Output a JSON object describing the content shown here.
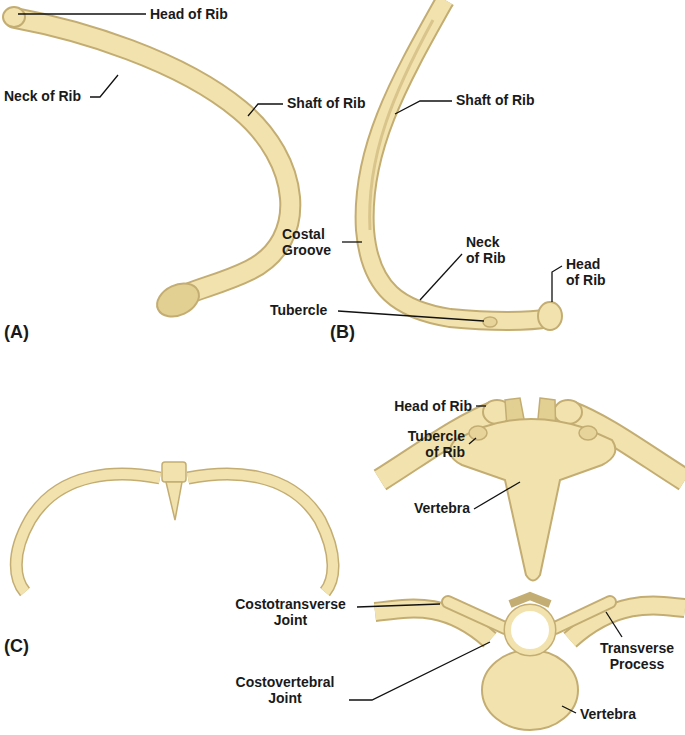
{
  "diagram": {
    "labels": [
      "Head of Rib",
      "Neck of Rib",
      "Shaft of Rib",
      "(A)",
      "Shaft of Rib",
      "Costal Groove",
      "Neck of Rib",
      "Head of Rib",
      "Tubercle",
      "(B)",
      "Head of Rib",
      "Tubercle of Rib",
      "Vertebra",
      "Costotransverse Joint",
      "Transverse Process",
      "Costovertebral Joint",
      "Vertebra",
      "(C)"
    ]
  }
}
